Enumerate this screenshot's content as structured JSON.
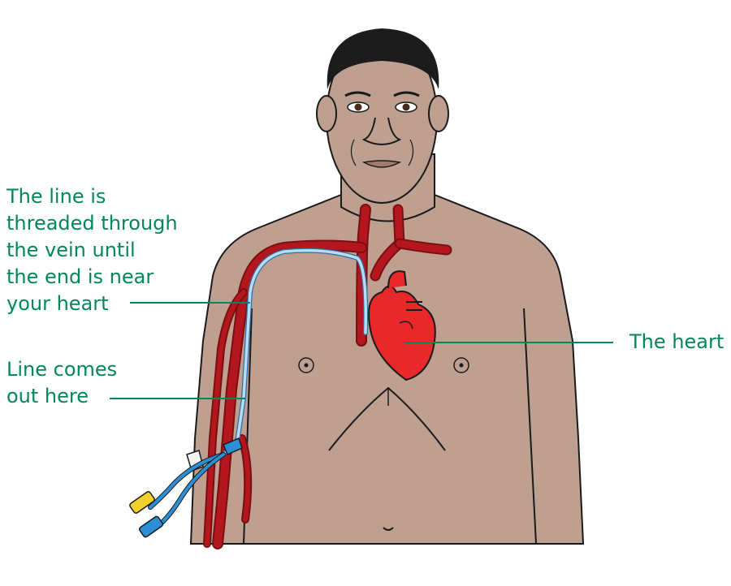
{
  "labels": {
    "line_threaded": [
      "The line is",
      "threaded through",
      "the vein until",
      "the end is near",
      "your heart"
    ],
    "line_exit": [
      "Line comes",
      "out here"
    ],
    "heart": "The heart"
  },
  "colors": {
    "label_text": "#00875a",
    "skin": "#bfa090",
    "skin_shadow": "#a8897a",
    "hair": "#1c1c1c",
    "vein": "#b3171d",
    "heart": "#e8282a",
    "catheter": "#b9dcf3",
    "catheter_line": "#2b6ea8",
    "lumen_blue": "#2c8fd6",
    "lumen_yellow": "#f2d12e"
  },
  "icons": [
    "heart-icon",
    "catheter-icon",
    "eye-icon",
    "nipple-icon"
  ]
}
